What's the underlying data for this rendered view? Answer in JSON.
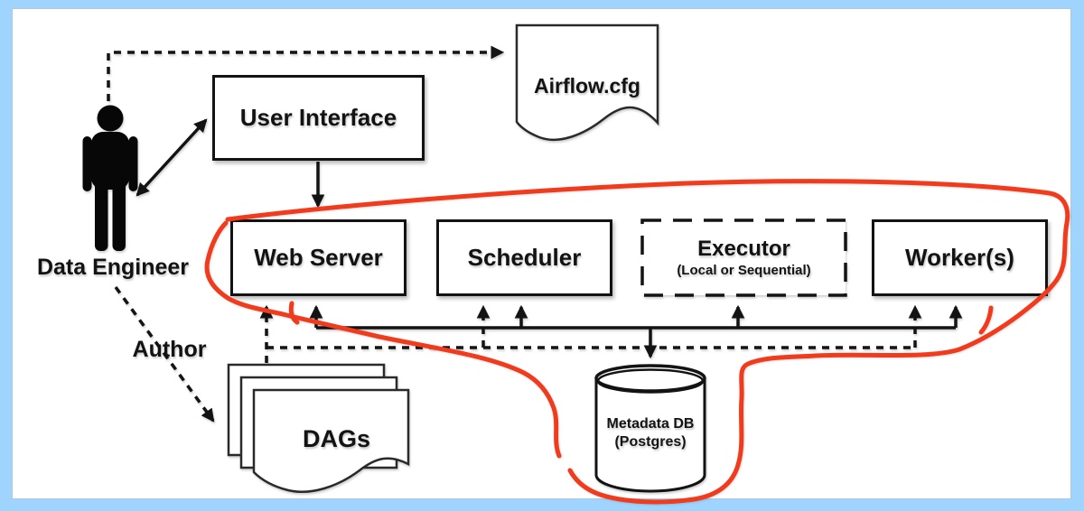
{
  "diagram_type": "architecture-diagram",
  "colors": {
    "frame_blue": "#9ed4fe",
    "highlight_red": "#f23a1d",
    "line_black": "#131313",
    "background": "#ffffff"
  },
  "nodes": {
    "data_engineer": {
      "label": "Data Engineer"
    },
    "author": {
      "label": "Author"
    },
    "user_interface": {
      "label": "User Interface"
    },
    "airflow_cfg": {
      "label": "Airflow.cfg"
    },
    "web_server": {
      "label": "Web Server"
    },
    "scheduler": {
      "label": "Scheduler"
    },
    "executor": {
      "label": "Executor",
      "sublabel": "(Local or Sequential)"
    },
    "workers": {
      "label": "Worker(s)"
    },
    "metadata_db": {
      "label": "Metadata DB",
      "sublabel": "(Postgres)"
    },
    "dags": {
      "label": "DAGs"
    }
  }
}
